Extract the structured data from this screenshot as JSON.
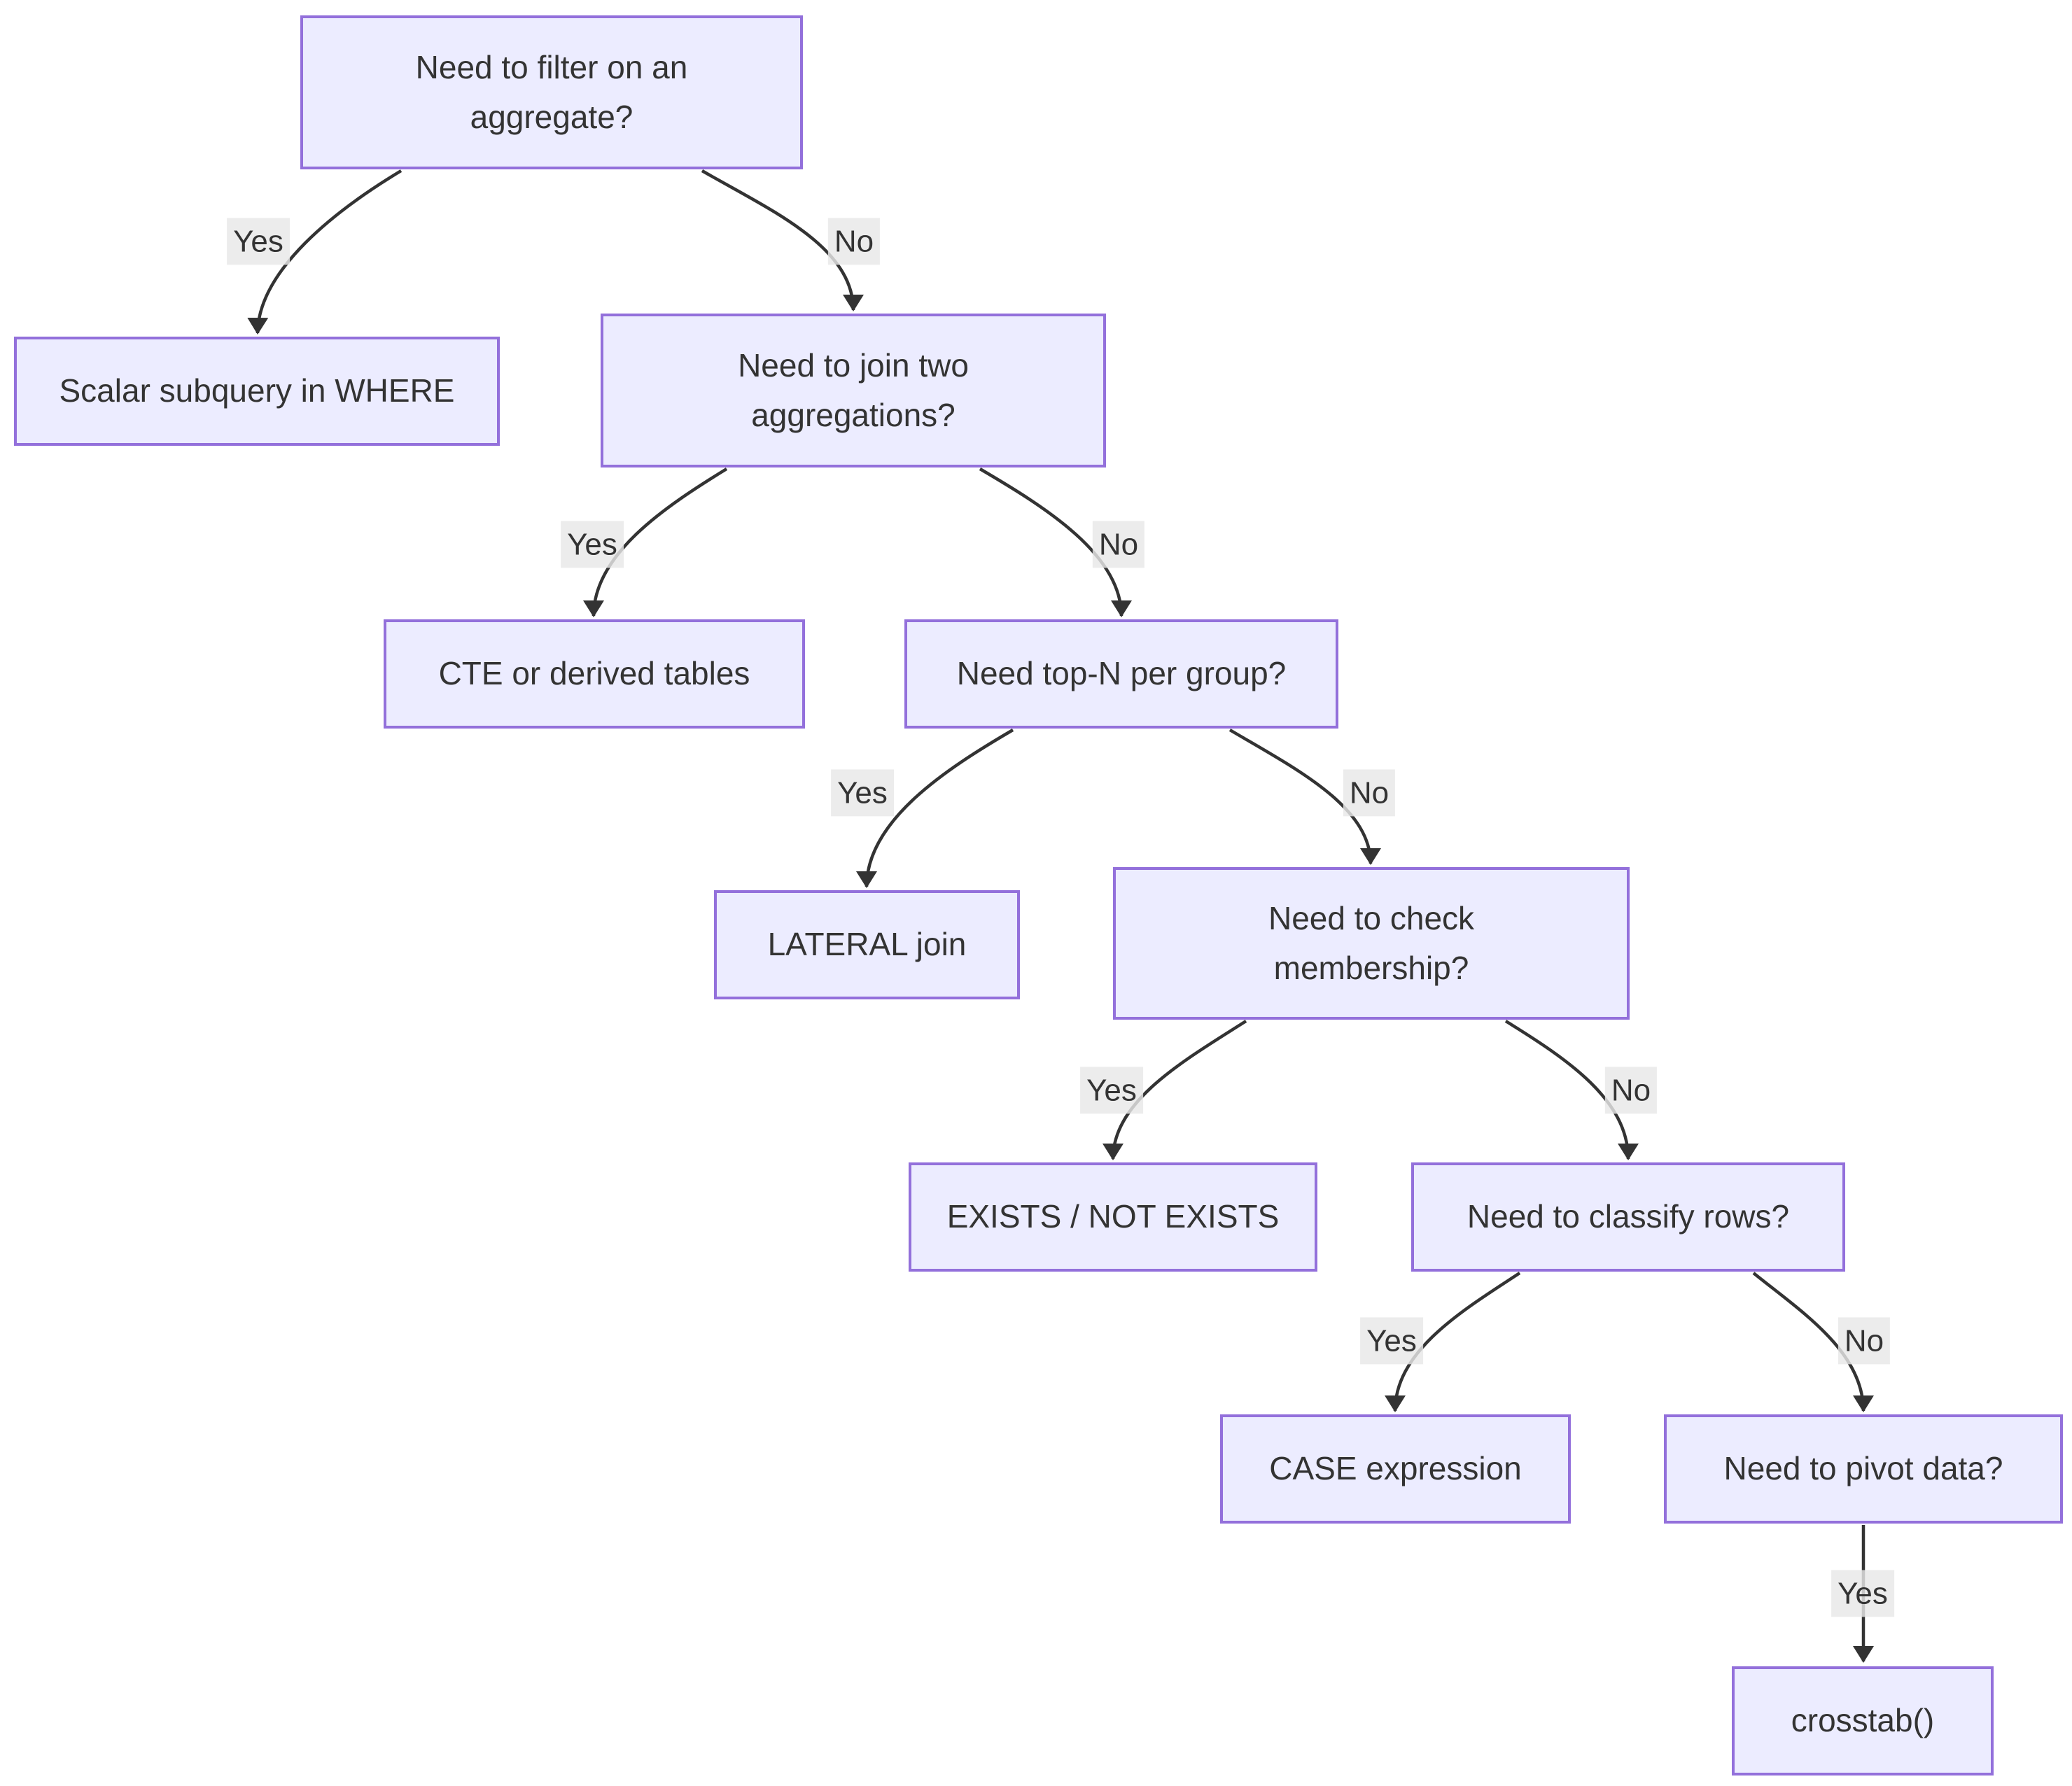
{
  "diagram": {
    "type": "flowchart",
    "direction": "top-down",
    "nodes": {
      "q1": {
        "label": "Need to filter on an aggregate?"
      },
      "a1": {
        "label": "Scalar subquery in WHERE"
      },
      "q2": {
        "label": "Need to join two aggregations?"
      },
      "a2": {
        "label": "CTE or derived tables"
      },
      "q3": {
        "label": "Need top-N per group?"
      },
      "a3": {
        "label": "LATERAL join"
      },
      "q4": {
        "label": "Need to check membership?"
      },
      "a4": {
        "label": "EXISTS / NOT EXISTS"
      },
      "q5": {
        "label": "Need to classify rows?"
      },
      "a5": {
        "label": "CASE expression"
      },
      "q6": {
        "label": "Need to pivot data?"
      },
      "a6": {
        "label": "crosstab()"
      }
    },
    "edges": [
      {
        "from": "q1",
        "to": "a1",
        "label": "Yes"
      },
      {
        "from": "q1",
        "to": "q2",
        "label": "No"
      },
      {
        "from": "q2",
        "to": "a2",
        "label": "Yes"
      },
      {
        "from": "q2",
        "to": "q3",
        "label": "No"
      },
      {
        "from": "q3",
        "to": "a3",
        "label": "Yes"
      },
      {
        "from": "q3",
        "to": "q4",
        "label": "No"
      },
      {
        "from": "q4",
        "to": "a4",
        "label": "Yes"
      },
      {
        "from": "q4",
        "to": "q5",
        "label": "No"
      },
      {
        "from": "q5",
        "to": "a5",
        "label": "Yes"
      },
      {
        "from": "q5",
        "to": "q6",
        "label": "No"
      },
      {
        "from": "q6",
        "to": "a6",
        "label": "Yes"
      }
    ],
    "colors": {
      "node_fill": "#ECECFF",
      "node_border": "#9370DB",
      "edge_line": "#333333",
      "edge_label_bg": "#E8E8E8",
      "text": "#333333",
      "background": "#FFFFFF"
    }
  }
}
